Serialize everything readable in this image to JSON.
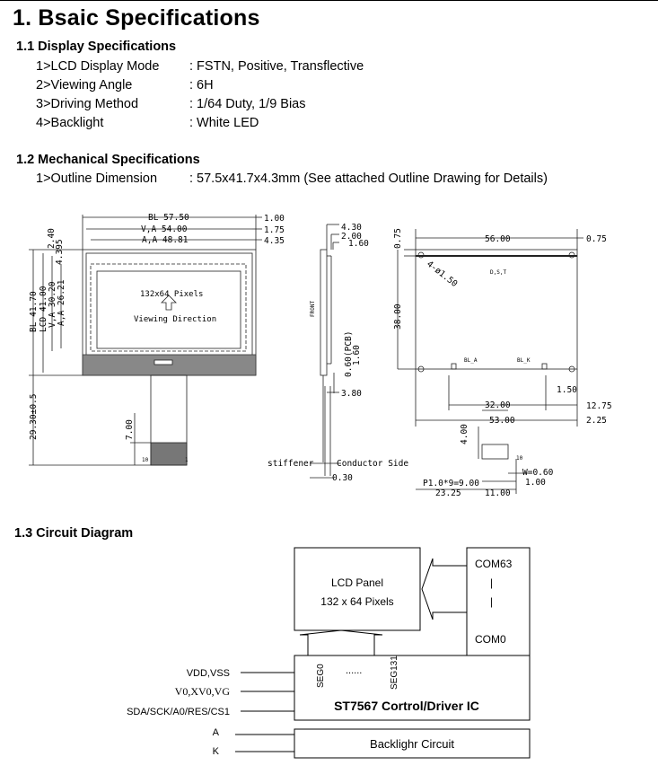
{
  "title": "1. Bsaic Specifications",
  "display": {
    "heading": "1.1 Display Specifications",
    "items": [
      {
        "label": "1>LCD Display Mode",
        "value": ": FSTN, Positive, Transflective"
      },
      {
        "label": "2>Viewing Angle",
        "value": ": 6H"
      },
      {
        "label": "3>Driving Method",
        "value": ": 1/64 Duty, 1/9 Bias"
      },
      {
        "label": "4>Backlight",
        "value": ": White LED"
      }
    ]
  },
  "mechanical": {
    "heading": "1.2 Mechanical Specifications",
    "items": [
      {
        "label": "1>Outline Dimension",
        "value": ": 57.5x41.7x4.3mm (See attached Outline Drawing for Details)"
      }
    ]
  },
  "drawing": {
    "front": {
      "bl_w": "BL  57.50",
      "va_w": "V,A  54.00",
      "aa_w": "A,A  48.81",
      "r1": "1.00",
      "r2": "1.75",
      "r3": "4.35",
      "t1": "2.40",
      "t2": "4.395",
      "bl_h": "BL 41.70",
      "lcd_h": "LCD 41.00",
      "va_h": "V,A 30.20",
      "aa_h": "A,A 26.21",
      "pixels": "132x64 Pixels",
      "view": "Viewing Direction",
      "fpc_len": "29.30±0.5",
      "fpc_7": "7.00",
      "pin10": "10",
      "pin1": "1"
    },
    "side": {
      "d1": "4.30",
      "d2": "2.00",
      "d3": "1.60",
      "front": "FRONT",
      "pcb": "0.60(PCB)",
      "pcb2": "1.60",
      "d4": "3.80",
      "stiffener": "stiffener",
      "conductor": "Conductor Side",
      "d5": "0.30"
    },
    "back": {
      "t075": "0.75",
      "w56": "56.00",
      "r075": "0.75",
      "hole": "4-ø1.50",
      "dst": "D,S,T",
      "h38": "38.00",
      "bla": "BL_A",
      "blk": "BL_K",
      "d150": "1.50",
      "d32": "32.00",
      "d1275": "12.75",
      "d53": "53.00",
      "d225": "2.25",
      "d4": "4.00",
      "pin10": "10",
      "w060": "W=0.60",
      "p100": "1.00",
      "p19": "P1.0*9=9.00",
      "d2325": "23.25",
      "d11": "11.00"
    }
  },
  "circuit": {
    "heading": "1.3 Circuit Diagram",
    "lcd_title": "LCD Panel",
    "lcd_pixels": "132 x 64 Pixels",
    "com63": "COM63",
    "com_bar1": "|",
    "com_bar2": "|",
    "com0": "COM0",
    "seg0": "SEG0",
    "dots": "......",
    "seg131": "SEG131",
    "ic": "ST7567 Cortrol/Driver IC",
    "vdd": "VDD,VSS",
    "v0": "V0,XV0,VG",
    "sda": "SDA/SCK/A0/RES/CS1",
    "a": "A",
    "k": "K",
    "backlight": "Backlighr Circuit"
  }
}
